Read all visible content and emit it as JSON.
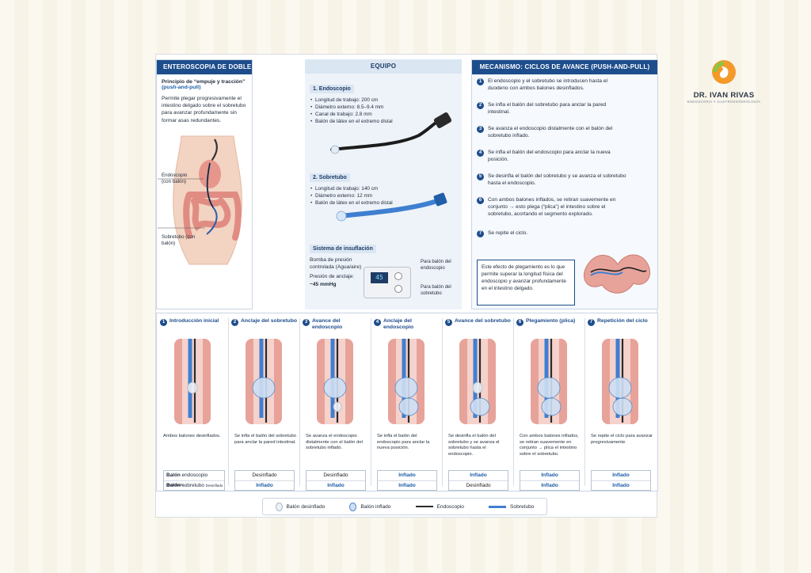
{
  "left": {
    "title": "ENTEROSCOPIA DE DOBLE BALÓN (DBE)",
    "principle_a": "Principio de “empuje y tracción” ",
    "principle_b": "(push-and-pull)",
    "desc": "Permite plegar progresivamente el intestino delgado sobre el sobretubo para avanzar profundamente sin formar asas redundantes.",
    "label_endo": "Endoscopio (con balón)",
    "label_over": "Sobretubo (con balón)"
  },
  "equipment": {
    "title": "EQUIPO",
    "endo_head": "1. Endoscopio",
    "endo_items": [
      "Longitud de trabajo: 200 cm",
      "Diámetro externo: 8.5–9.4 mm",
      "Canal de trabajo: 2.8 mm",
      "Balón de látex en el extremo distal"
    ],
    "over_head": "2. Sobretubo",
    "over_items": [
      "Longitud de trabajo: 140 cm",
      "Diámetro externo: 12 mm",
      "Balón de látex en el extremo distal"
    ],
    "ins_head": "Sistema de insuflación",
    "ins_desc": "Bomba de presión controlada (Agua/aire)",
    "ins_pressure_label": "Presión de anclaje:",
    "ins_pressure_value": "~45 mmHg",
    "ins_out_endo": "Para balón del endoscopio",
    "ins_out_over": "Para balón del sobretubo",
    "screen": "45"
  },
  "mechanism": {
    "title": "MECANISMO: CICLOS DE AVANCE (PUSH-AND-PULL)",
    "steps": [
      {
        "n": "1",
        "text": "El endoscopio y el sobretubo se introducen hasta el duodeno con ambos balones desinflados."
      },
      {
        "n": "2",
        "text": "Se infla el balón del sobretubo para anclar la pared intestinal."
      },
      {
        "n": "3",
        "text": "Se avanza el endoscopio distalmente con el balón del sobretubo inflado."
      },
      {
        "n": "4",
        "text": "Se infla el balón del endoscopio para anclar la nueva posición."
      },
      {
        "n": "5",
        "text": "Se desinfla el balón del sobretubo y se avanza el sobretubo hasta el endoscopio."
      },
      {
        "n": "6",
        "text": "Con ambos balones inflados, se retiran suavemente en conjunto → esto plega (“plica”) el intestino sobre el sobretubo, acortando el segmento explorado."
      },
      {
        "n": "7",
        "text": "Se repite el ciclo."
      }
    ],
    "note": "Este efecto de plegamiento es lo que permite superar la longitud física del endoscopio y avanzar profundamente en el intestino delgado."
  },
  "strip": {
    "row_endo_a": "Balón",
    "row_endo_b": " endoscopio",
    "row_endo_c": "Desinflado",
    "row_over_a": "Balón",
    "row_over_b": " sobretubo",
    "row_over_c": "Desinflado",
    "steps": [
      {
        "n": "1",
        "title": "Introducción inicial",
        "cap": "Ambos balones desinflados.",
        "endo": "",
        "over": ""
      },
      {
        "n": "2",
        "title": "Anclaje del sobretubo",
        "cap": "Se infla el balón del sobretubo para anclar la pared intestinal.",
        "endo": "Desinflado",
        "over": "Inflado"
      },
      {
        "n": "3",
        "title": "Avance del endoscopio",
        "cap": "Se avanza el endoscopio distalmente con el balón del sobretubo inflado.",
        "endo": "Desinflado",
        "over": "Inflado"
      },
      {
        "n": "4",
        "title": "Anclaje del endoscopio",
        "cap": "Se infla el balón del endoscopio para anclar la nueva posición.",
        "endo": "Inflado",
        "over": "Inflado"
      },
      {
        "n": "5",
        "title": "Avance del sobretubo",
        "cap": "Se desinfla el balón del sobretubo y se avanza el sobretubo hasta el endoscopio.",
        "endo": "Inflado",
        "over": "Desinflado"
      },
      {
        "n": "6",
        "title": "Plegamiento (plica)",
        "cap": "Con ambos balones inflados, se retiran suavemente en conjunto → plica el intestino sobre el sobretubo.",
        "endo": "Inflado",
        "over": "Inflado"
      },
      {
        "n": "7",
        "title": "Repetición del ciclo",
        "cap": "Se repite el ciclo para avanzar progresivamente.",
        "endo": "Inflado",
        "over": "Inflado"
      }
    ]
  },
  "legend": {
    "deflated": "Balón desinflado",
    "inflated": "Balón inflado",
    "endoscope": "Endoscopio",
    "overtube": "Sobretubo"
  },
  "logo": {
    "name": "DR. IVAN RIVAS",
    "sub": "ENDOSCOPIA Y GASTROENTEROLOGÍA"
  },
  "colors": {
    "navy": "#1e4d8c",
    "inflated_text": "#1f5ea8",
    "tissue": "#e7a39a",
    "endoscope": "#2b2b2b",
    "overtube": "#3f7fd0"
  }
}
